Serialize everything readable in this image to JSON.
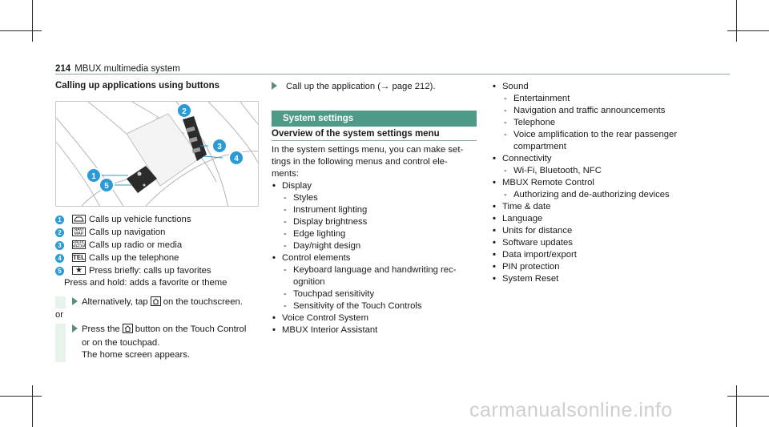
{
  "header": {
    "page_number": "214",
    "title": "MBUX multimedia system"
  },
  "left": {
    "heading": "Calling up applications using buttons",
    "legend": [
      {
        "num": "1",
        "key": "vehicle",
        "text": "Calls up vehicle functions"
      },
      {
        "num": "2",
        "key": "NAVI MAP",
        "text": "Calls up navigation"
      },
      {
        "num": "3",
        "key": "RADIO MEDIA",
        "text": "Calls up radio or media"
      },
      {
        "num": "4",
        "key": "TEL",
        "text": "Calls up the telephone"
      },
      {
        "num": "5",
        "key": "★",
        "text": "Press briefly: calls up favorites",
        "text2": "Press and hold: adds a favorite or theme"
      }
    ],
    "step1_pre": "Alternatively, tap",
    "step1_post": "on the touchscreen.",
    "or": "or",
    "step2_pre": "Press the",
    "step2_post": "button on the Touch Control",
    "step2_line2": "or on the touchpad.",
    "step2_line3": "The home screen appears."
  },
  "middle": {
    "step": "Call up the application (→ page 212).",
    "section": "System settings",
    "subheading": "Overview of the system settings menu",
    "intro": [
      "In the system settings menu, you can make set-",
      "tings in the following menus and control ele-",
      "ments:"
    ],
    "items": [
      {
        "level": 1,
        "text": "Display"
      },
      {
        "level": 2,
        "text": "Styles"
      },
      {
        "level": 2,
        "text": "Instrument lighting"
      },
      {
        "level": 2,
        "text": "Display brightness"
      },
      {
        "level": 2,
        "text": "Edge lighting"
      },
      {
        "level": 2,
        "text": "Day/night design"
      },
      {
        "level": 1,
        "text": "Control elements"
      },
      {
        "level": 2,
        "text": "Keyboard language and handwriting rec-",
        "cont": "ognition"
      },
      {
        "level": 2,
        "text": "Touchpad sensitivity"
      },
      {
        "level": 2,
        "text": "Sensitivity of the Touch Controls"
      },
      {
        "level": 1,
        "text": "Voice Control System"
      },
      {
        "level": 1,
        "text": "MBUX Interior Assistant"
      }
    ]
  },
  "right": {
    "items": [
      {
        "level": 1,
        "text": "Sound"
      },
      {
        "level": 2,
        "text": "Entertainment"
      },
      {
        "level": 2,
        "text": "Navigation and traffic announcements"
      },
      {
        "level": 2,
        "text": "Telephone"
      },
      {
        "level": 2,
        "text": "Voice amplification to the rear passenger",
        "cont": "compartment"
      },
      {
        "level": 1,
        "text": "Connectivity"
      },
      {
        "level": 2,
        "text": "Wi-Fi, Bluetooth, NFC"
      },
      {
        "level": 1,
        "text": "MBUX Remote Control"
      },
      {
        "level": 2,
        "text": "Authorizing and de-authorizing devices"
      },
      {
        "level": 1,
        "text": "Time & date"
      },
      {
        "level": 1,
        "text": "Language"
      },
      {
        "level": 1,
        "text": "Units for distance"
      },
      {
        "level": 1,
        "text": "Software updates"
      },
      {
        "level": 1,
        "text": "Data import/export"
      },
      {
        "level": 1,
        "text": "PIN protection"
      },
      {
        "level": 1,
        "text": "System Reset"
      }
    ]
  },
  "illustration_callouts": [
    "1",
    "2",
    "3",
    "4",
    "5"
  ],
  "colors": {
    "accent": "#4e9a86",
    "callout": "#2a9bd6",
    "step_bar": "#e8f3ec"
  },
  "watermark": "carmanualsonline.info"
}
